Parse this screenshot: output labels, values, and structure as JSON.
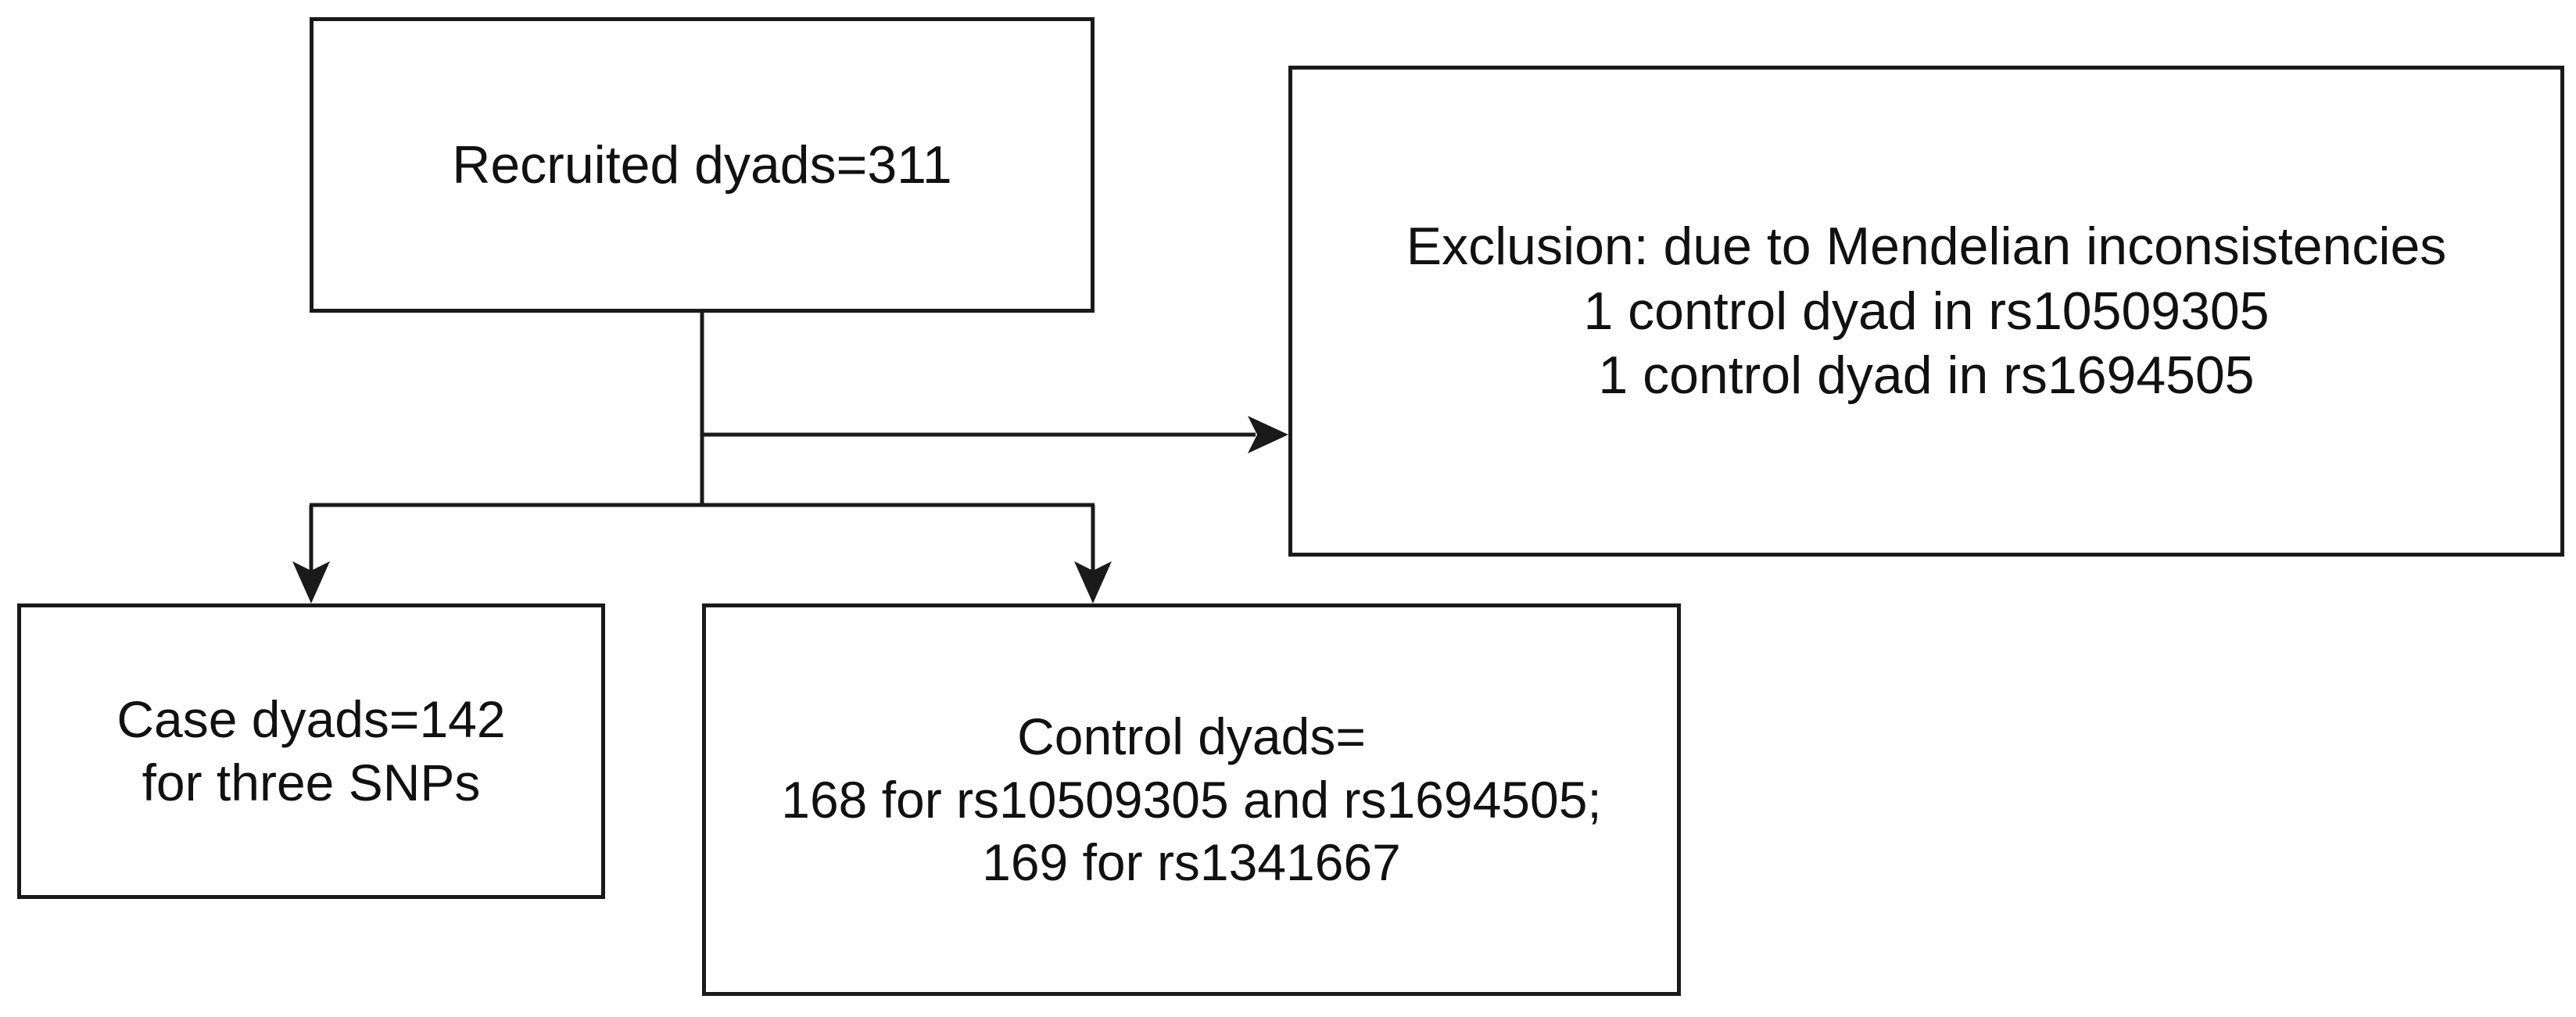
{
  "boxes": {
    "recruited": {
      "lines": [
        "Recruited dyads=311"
      ]
    },
    "exclusion": {
      "lines": [
        "Exclusion: due to Mendelian inconsistencies",
        "1 control dyad in rs10509305",
        "1 control dyad in rs1694505"
      ]
    },
    "case": {
      "lines": [
        "Case dyads=142",
        "for three SNPs"
      ]
    },
    "control": {
      "lines": [
        "Control dyads=",
        "168 for rs10509305 and rs1694505;",
        "169 for rs1341667"
      ]
    }
  },
  "colors": {
    "stroke": "#1a1a1a",
    "background": "#ffffff",
    "text": "#111111"
  }
}
